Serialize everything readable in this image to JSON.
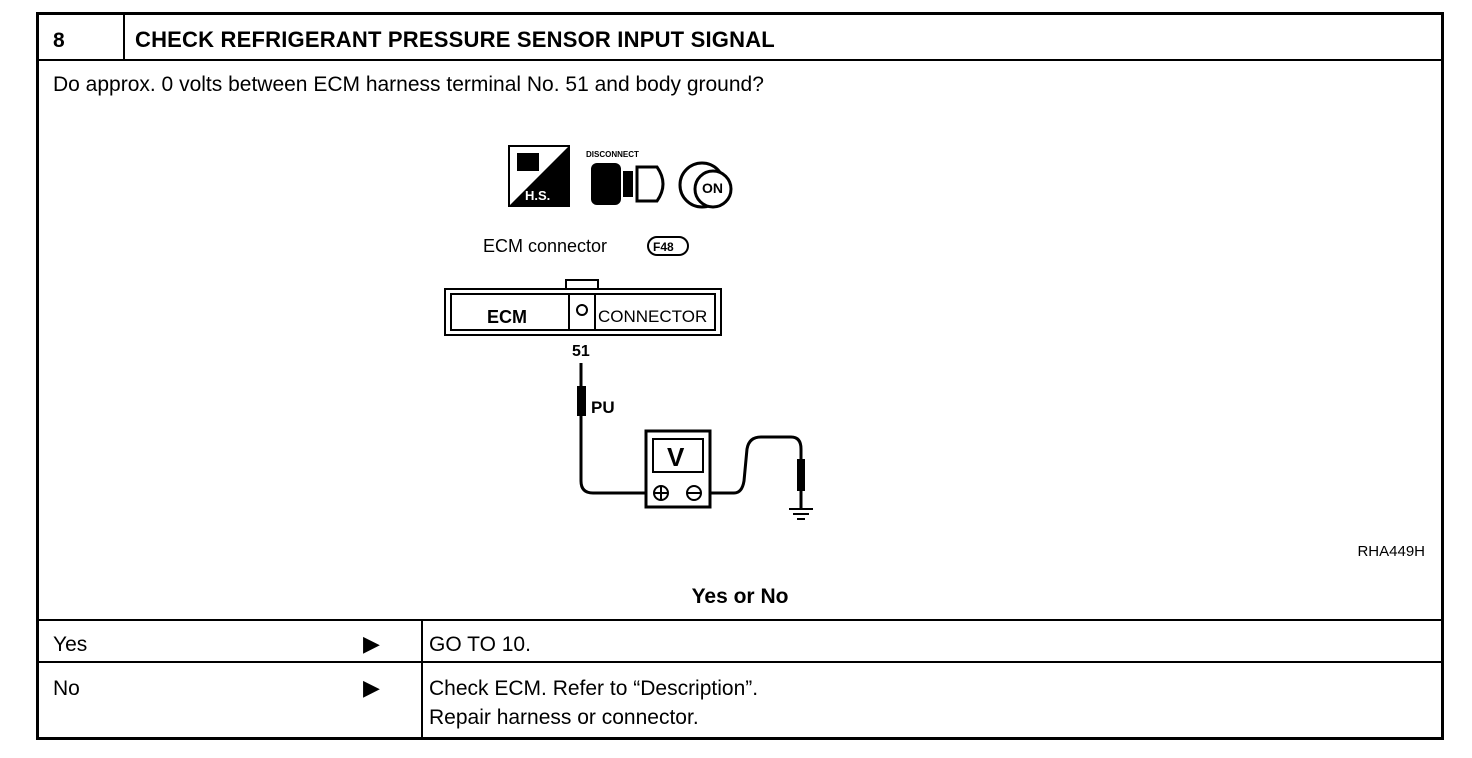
{
  "header": {
    "step_number": "8",
    "title": "CHECK REFRIGERANT PRESSURE SENSOR INPUT SIGNAL"
  },
  "question": "Do approx. 0 volts between ECM harness terminal No. 51 and body ground?",
  "figure": {
    "icon_hs_label": "H.S.",
    "icon_disconnect_label": "DISCONNECT",
    "icon_key_label": "ON",
    "connector_caption": "ECM connector",
    "connector_id": "F48",
    "connector_left_text": "ECM",
    "connector_right_text": "CONNECTOR",
    "terminal_number": "51",
    "wire_color": "PU",
    "meter_label": "V",
    "figure_code": "RHA449H"
  },
  "yes_or_no_label": "Yes or No",
  "answers": [
    {
      "label": "Yes",
      "action_lines": [
        "GO TO 10."
      ]
    },
    {
      "label": "No",
      "action_lines": [
        "Check ECM. Refer to “Description”.",
        "Repair harness or connector."
      ]
    }
  ]
}
